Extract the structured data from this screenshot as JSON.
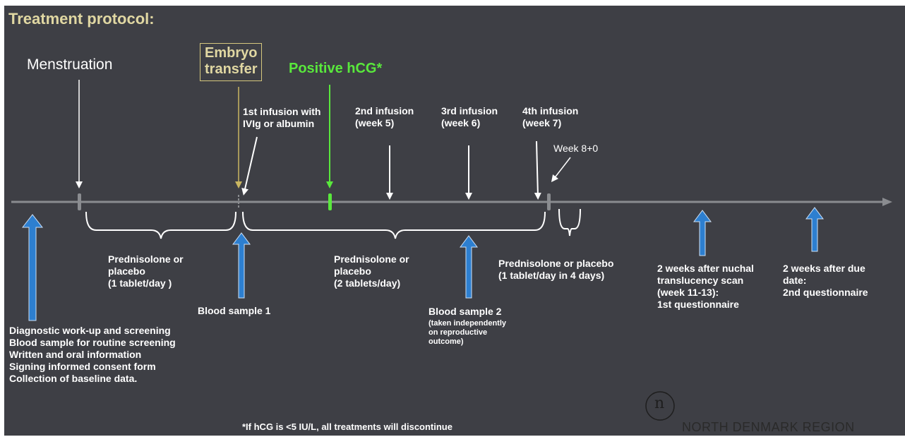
{
  "title": "Treatment protocol:",
  "events": {
    "menstruation": "Menstruation",
    "embryo_transfer": "Embryo\ntransfer",
    "positive_hcg": "Positive hCG*",
    "infusion_1": "1st infusion with\nIVIg or albumin",
    "infusion_2": "2nd infusion\n(week 5)",
    "infusion_3": "3rd infusion\n(week 6)",
    "infusion_4": "4th infusion\n(week 7)",
    "week_8": "Week 8+0"
  },
  "treatments": {
    "phase_1": "Prednisolone or\nplacebo\n(1 tablet/day )",
    "phase_2": "Prednisolone or\nplacebo\n(2 tablets/day)",
    "phase_3": "Prednisolone or placebo\n(1 tablet/day in 4 days)"
  },
  "milestones": {
    "baseline": "Diagnostic work-up and screening\nBlood sample for routine screening\nWritten and oral information\nSigning informed consent form\nCollection of baseline data.",
    "blood_sample_1": "Blood sample 1",
    "blood_sample_2": "Blood sample 2",
    "blood_sample_2_note": "(taken independently\non reproductive\noutcome)",
    "questionnaire_1": "2 weeks after nuchal\ntranslucency scan\n(week 11-13):\n1st questionnaire",
    "questionnaire_2": "2 weeks after due\ndate:\n2nd questionnaire"
  },
  "footnote": "*If hCG is <5 IU/L, all treatments will discontinue",
  "logo": {
    "glyph": "n",
    "text": "NORTH DENMARK REGION"
  },
  "colors": {
    "background": "#3e3f45",
    "timeline": "#8a8c90",
    "title": "#e0d7a2",
    "embryo": "#e0d7a2",
    "hcg": "#59e83c",
    "blue_arrow": "#2d7fd0"
  }
}
